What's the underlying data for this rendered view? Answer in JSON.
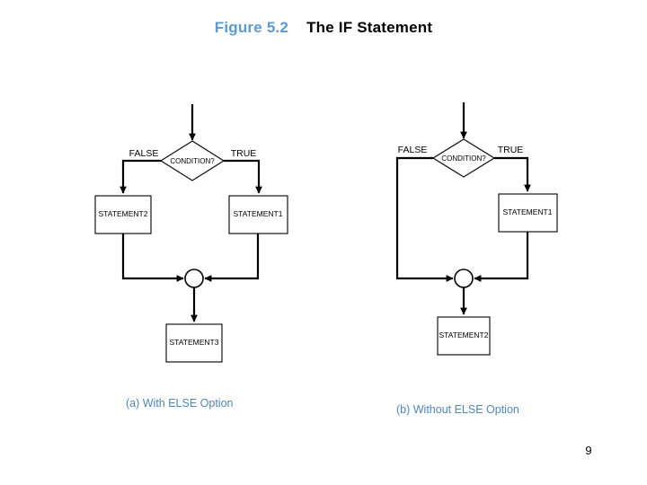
{
  "slide": {
    "title": {
      "figure_label": "Figure 5.2",
      "heading": "The IF Statement"
    },
    "page_number": "9",
    "colors": {
      "figure_label_color": "#5b9bd1",
      "heading_color": "#000000",
      "caption_color": "#4f86b8",
      "shape_stroke": "#000000",
      "shape_fill": "#ffffff",
      "background": "#ffffff"
    }
  },
  "diagrams": [
    {
      "id": "with-else",
      "caption": "(a) With ELSE Option",
      "decision": {
        "label": "CONDITION?",
        "false_label": "FALSE",
        "true_label": "TRUE"
      },
      "false_branch_statement": "STATEMENT2",
      "true_branch_statement": "STATEMENT1",
      "merge_statement": "STATEMENT3"
    },
    {
      "id": "without-else",
      "caption": "(b) Without ELSE Option",
      "decision": {
        "label": "CONDITION?",
        "false_label": "FALSE",
        "true_label": "TRUE"
      },
      "false_branch_statement": null,
      "true_branch_statement": "STATEMENT1",
      "merge_statement": "STATEMENT2"
    }
  ]
}
